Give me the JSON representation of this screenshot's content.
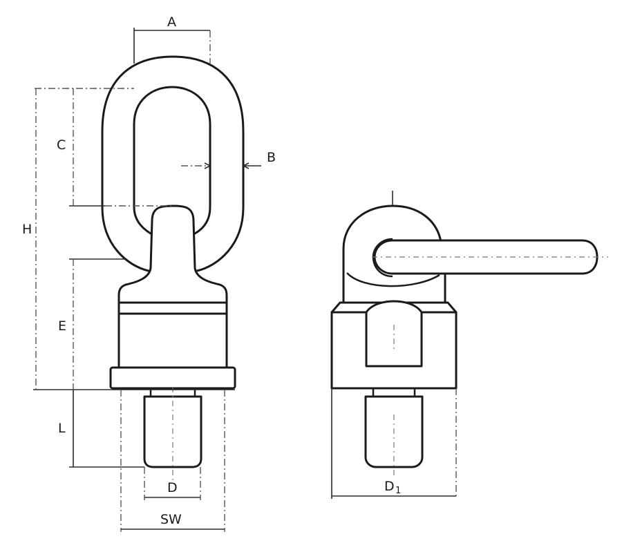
{
  "diagram": {
    "type": "technical-drawing",
    "subject": "swivel lifting eye bolt (front view and side view)",
    "views": [
      {
        "name": "front-view"
      },
      {
        "name": "side-view"
      }
    ],
    "dimensions": {
      "A": "A",
      "B": "B",
      "C": "C",
      "H": "H",
      "E": "E",
      "L": "L",
      "D": "D",
      "SW": "SW",
      "D1": "D",
      "D1_subscript": "1"
    },
    "colors": {
      "line": "#1a1a1a",
      "background": "#ffffff"
    }
  }
}
